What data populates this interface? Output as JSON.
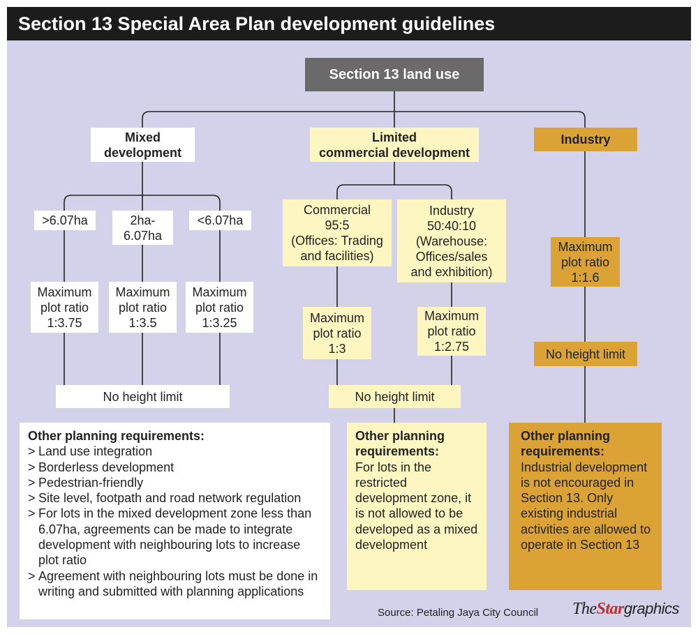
{
  "title": "Section 13 Special Area Plan development guidelines",
  "root": "Section 13 land use",
  "mixed": {
    "label_l1": "Mixed",
    "label_l2": "development",
    "sizes": [
      ">6.07ha",
      "2ha-",
      "6.07ha",
      "<6.07ha"
    ],
    "ratios": [
      {
        "l1": "Maximum",
        "l2": "plot ratio",
        "l3": "1:3.75"
      },
      {
        "l1": "Maximum",
        "l2": "plot ratio",
        "l3": "1:3.5"
      },
      {
        "l1": "Maximum",
        "l2": "plot ratio",
        "l3": "1:3.25"
      }
    ],
    "height": "No height limit",
    "req_head": "Other planning requirements:",
    "req_items": [
      "Land use integration",
      "Borderless development",
      "Pedestrian-friendly",
      "Site level, footpath and road network regulation",
      "For lots in the mixed development zone less than 6.07ha, agreements can be made to integrate development with neighbouring lots to increase plot ratio",
      "Agreement with neighbouring lots must be done in writing and submitted with planning applications"
    ]
  },
  "limited": {
    "label_l1": "Limited",
    "label_l2": "commercial development",
    "commercial": {
      "l1": "Commercial",
      "l2": "95:5",
      "l3": "(Offices: Trading",
      "l4": "and facilities)"
    },
    "industry": {
      "l1": "Industry",
      "l2": "50:40:10",
      "l3": "(Warehouse:",
      "l4": "Offices/sales",
      "l5": "and exhibition)"
    },
    "ratio_commercial": {
      "l1": "Maximum",
      "l2": "plot ratio",
      "l3": "1:3"
    },
    "ratio_industry": {
      "l1": "Maximum",
      "l2": "plot ratio",
      "l3": "1:2.75"
    },
    "height": "No height limit",
    "req_head_l1": "Other planning",
    "req_head_l2": "requirements:",
    "req_text": "For lots in the restricted development zone, it is not allowed to be developed as a mixed development"
  },
  "industry": {
    "label": "Industry",
    "ratio": {
      "l1": "Maximum",
      "l2": "plot ratio",
      "l3": "1:1.6"
    },
    "height": "No height limit",
    "req_head_l1": "Other planning",
    "req_head_l2": "requirements:",
    "req_text": "Industrial development is not encouraged in Section 13. Only existing industrial activities are allowed to operate in Section 13"
  },
  "source": "Source: Petaling Jaya City Council",
  "logo": {
    "the": "The",
    "star": "Star",
    "graphics": "graphics"
  },
  "colors": {
    "background": "#d3d2ea",
    "title_bar": "#1c1c1c",
    "root_box": "#6a6a6a",
    "mixed_boxes": "#ffffff",
    "limited_boxes": "#fdf6c0",
    "industry_boxes": "#dba336"
  }
}
